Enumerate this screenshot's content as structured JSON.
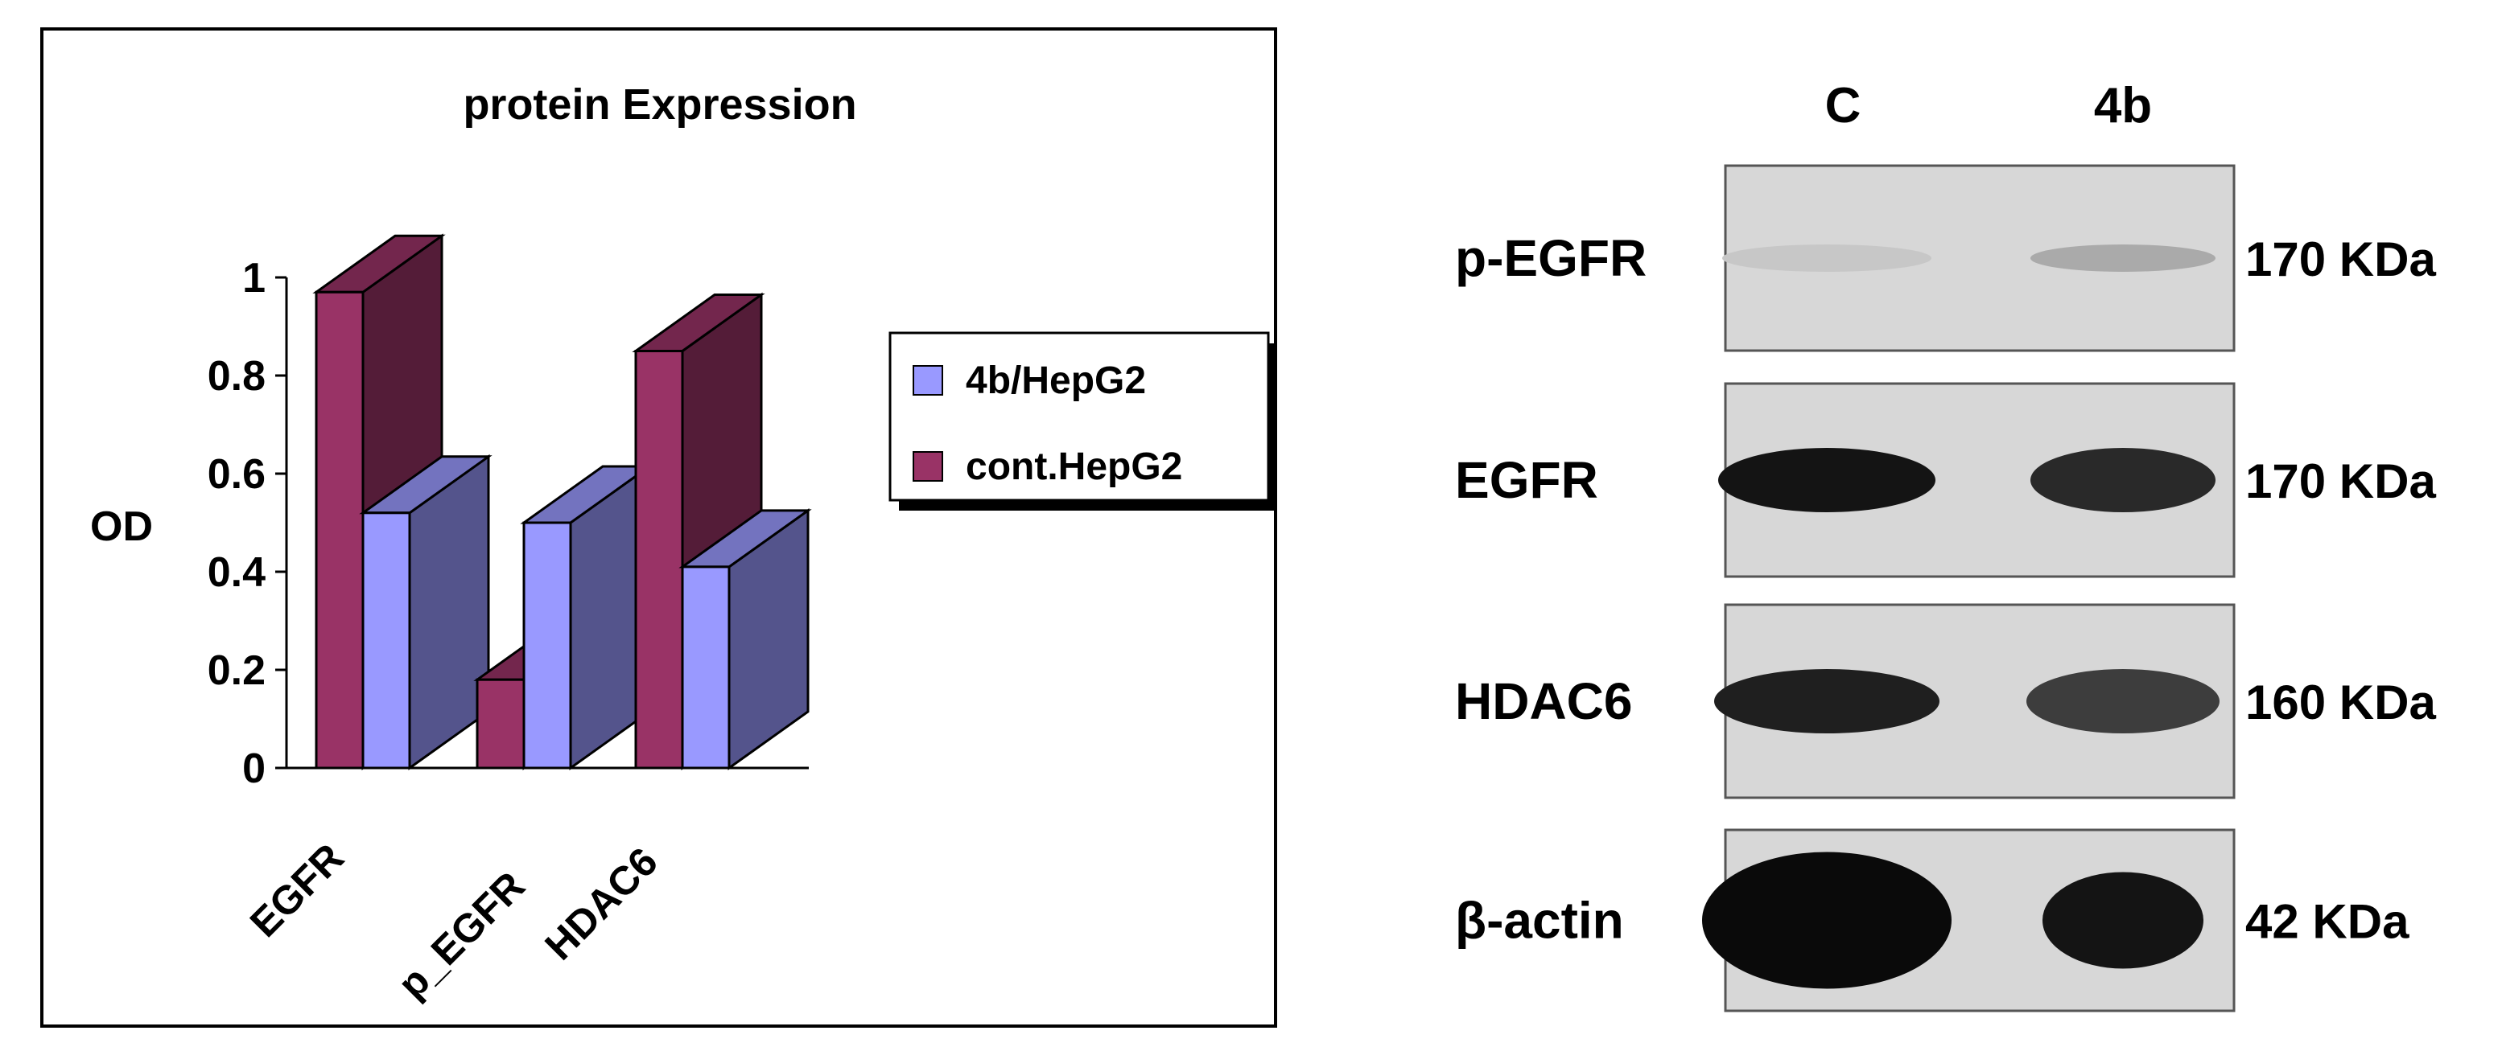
{
  "figure": {
    "blot": {
      "lanes": [
        "C",
        "4b"
      ],
      "rows": [
        {
          "protein": "p-EGFR",
          "size": "170 KDa",
          "band_intensity": [
            0.08,
            0.22
          ]
        },
        {
          "protein": "EGFR",
          "size": "170 KDa",
          "band_intensity": [
            0.95,
            0.85
          ]
        },
        {
          "protein": "HDAC6",
          "size": "160 KDa",
          "band_intensity": [
            0.9,
            0.75
          ]
        },
        {
          "protein": "β-actin",
          "size": "42 KDa",
          "band_intensity": [
            1.0,
            0.95
          ]
        }
      ]
    }
  },
  "chart_data": {
    "type": "bar",
    "title": "protein Expression",
    "ylabel": "OD",
    "xlabel": "",
    "categories": [
      "EGFR",
      "p_EGFR",
      "HDAC6"
    ],
    "series": [
      {
        "name": "4b/HepG2",
        "values": [
          0.52,
          0.5,
          0.41
        ],
        "color": "#9999ff"
      },
      {
        "name": "cont.HepG2",
        "values": [
          0.97,
          0.18,
          0.85
        ],
        "color": "#993366"
      }
    ],
    "ylim": [
      0,
      1
    ],
    "yticks": [
      "0",
      "0.2",
      "0.4",
      "0.6",
      "0.8",
      "1"
    ],
    "grid": false,
    "legend_position": "right",
    "three_d": true
  }
}
